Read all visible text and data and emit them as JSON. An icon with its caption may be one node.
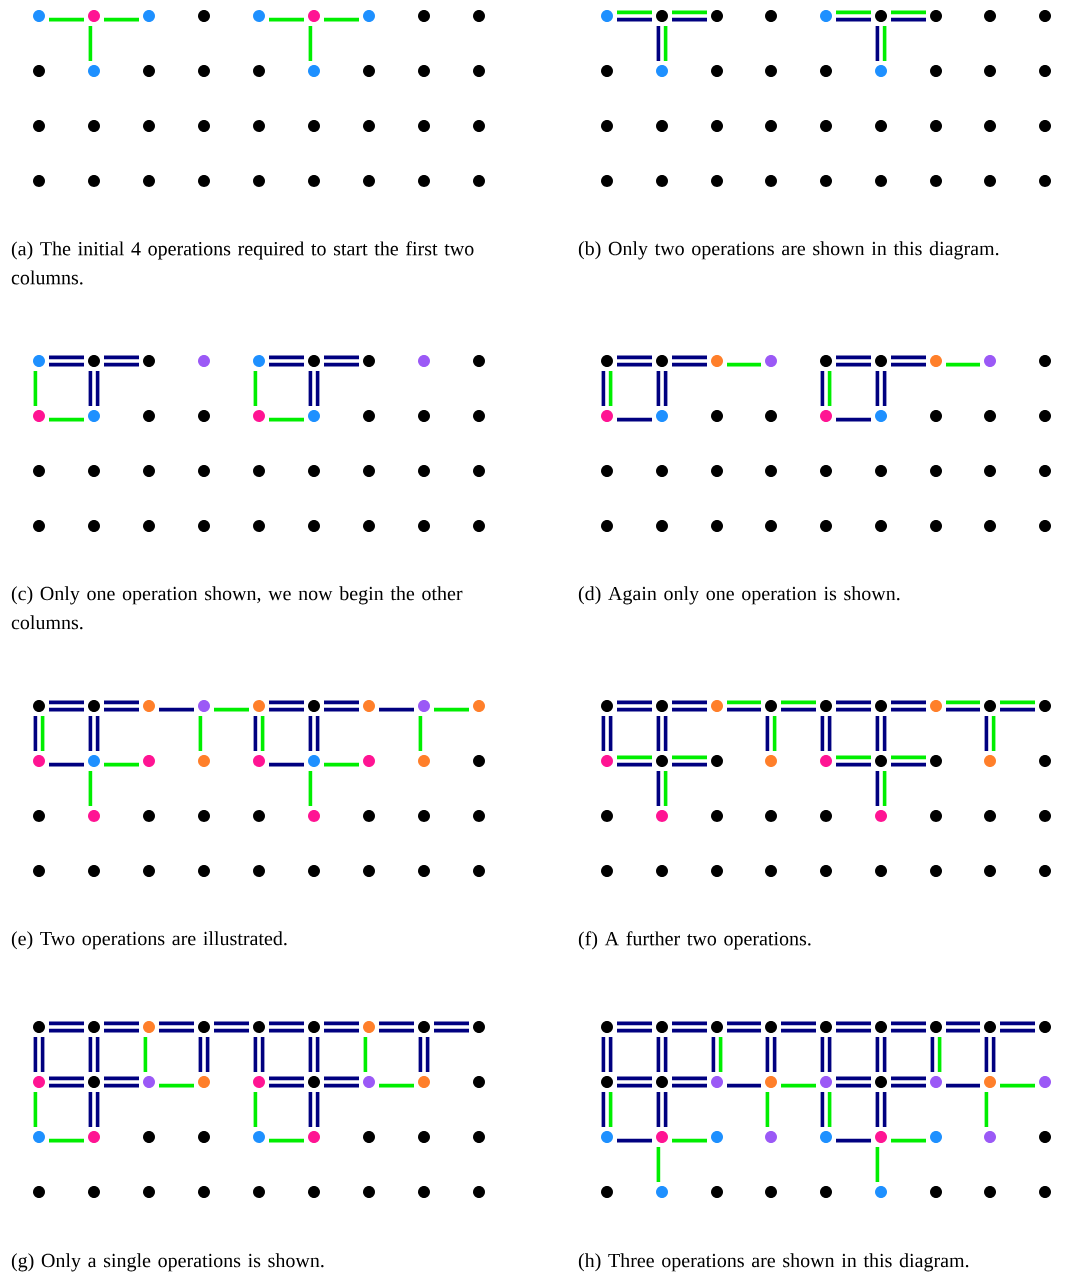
{
  "diagram": {
    "labels": [
      "(a) The initial 4 operations required to start the first two columns.",
      "(b) Only two operations are shown in this diagram.",
      "(c) Only one operation shown, we now begin the other columns.",
      "(d) Again only one operation is shown.",
      "(e) Two operations are illustrated.",
      "(f) A further two operations.",
      "(g) Only a single operations is shown.",
      "(h) Three operations are shown in this diagram."
    ]
  }
}
